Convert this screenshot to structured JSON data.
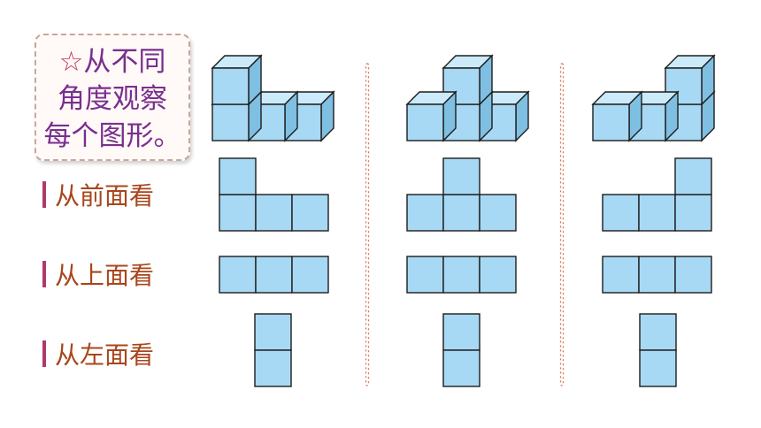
{
  "note": {
    "star": "☆",
    "line1": "从不同",
    "line2": "角度观察",
    "line3": "每个图形。"
  },
  "rows": [
    {
      "label": "从前面看"
    },
    {
      "label": "从上面看"
    },
    {
      "label": "从左面看"
    }
  ],
  "figures": [
    {
      "cube_stacks": [
        2,
        1,
        1
      ],
      "front_view_columns": [
        2,
        1,
        1
      ],
      "top_view_squares": 3,
      "left_view_squares": 2
    },
    {
      "cube_stacks": [
        1,
        2,
        1
      ],
      "front_view_columns": [
        1,
        2,
        1
      ],
      "top_view_squares": 3,
      "left_view_squares": 2
    },
    {
      "cube_stacks": [
        1,
        1,
        2
      ],
      "front_view_columns": [
        1,
        1,
        2
      ],
      "top_view_squares": 3,
      "left_view_squares": 2
    }
  ],
  "colors": {
    "cube_front": "#a8d9f4",
    "cube_top": "#cbeafa",
    "cube_side": "#7fbfe2",
    "label_text": "#a8461c",
    "label_bar": "#b03a6a",
    "note_text": "#7a2f8e",
    "divider": "#d5744a"
  }
}
